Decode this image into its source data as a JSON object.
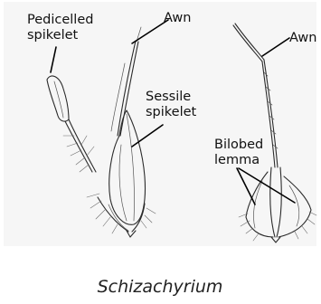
{
  "labels": {
    "pedicelled_spikelet_line1": "Pedicelled",
    "pedicelled_spikelet_line2": "spikelet",
    "awn_left": "Awn",
    "sessile_spikelet_line1": "Sessile",
    "sessile_spikelet_line2": "spikelet",
    "awn_right": "Awn",
    "bilobed_lemma_line1": "Bilobed",
    "bilobed_lemma_line2": "lemma"
  },
  "caption": "Schizachyrium"
}
